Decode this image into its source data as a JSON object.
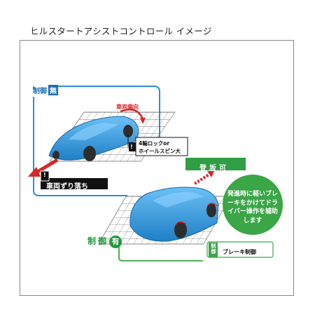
{
  "title": "ヒルスタートアシストコントロール イメージ",
  "top_panel": {
    "control_label": "制御",
    "control_state": "無",
    "drift_label": "車両偏向",
    "lock_line1": "4輪ロックor",
    "lock_line2": "ホイールスピン大",
    "slip_label": "車両ずり落ち",
    "warning_mark": "!"
  },
  "bottom_panel": {
    "climb_label": "登坂可",
    "assist_text": "発進時に軽いブレーキをかけてドライバー操作を補助します",
    "control_label": "制御",
    "control_state": "有",
    "control_tag": "制御",
    "brake_label": "ブレーキ制御"
  },
  "colors": {
    "accent_blue": "#1b6fb5",
    "car_blue": "#3b9be0",
    "warning_red": "#d8262a",
    "assist_green": "#3aa646"
  }
}
